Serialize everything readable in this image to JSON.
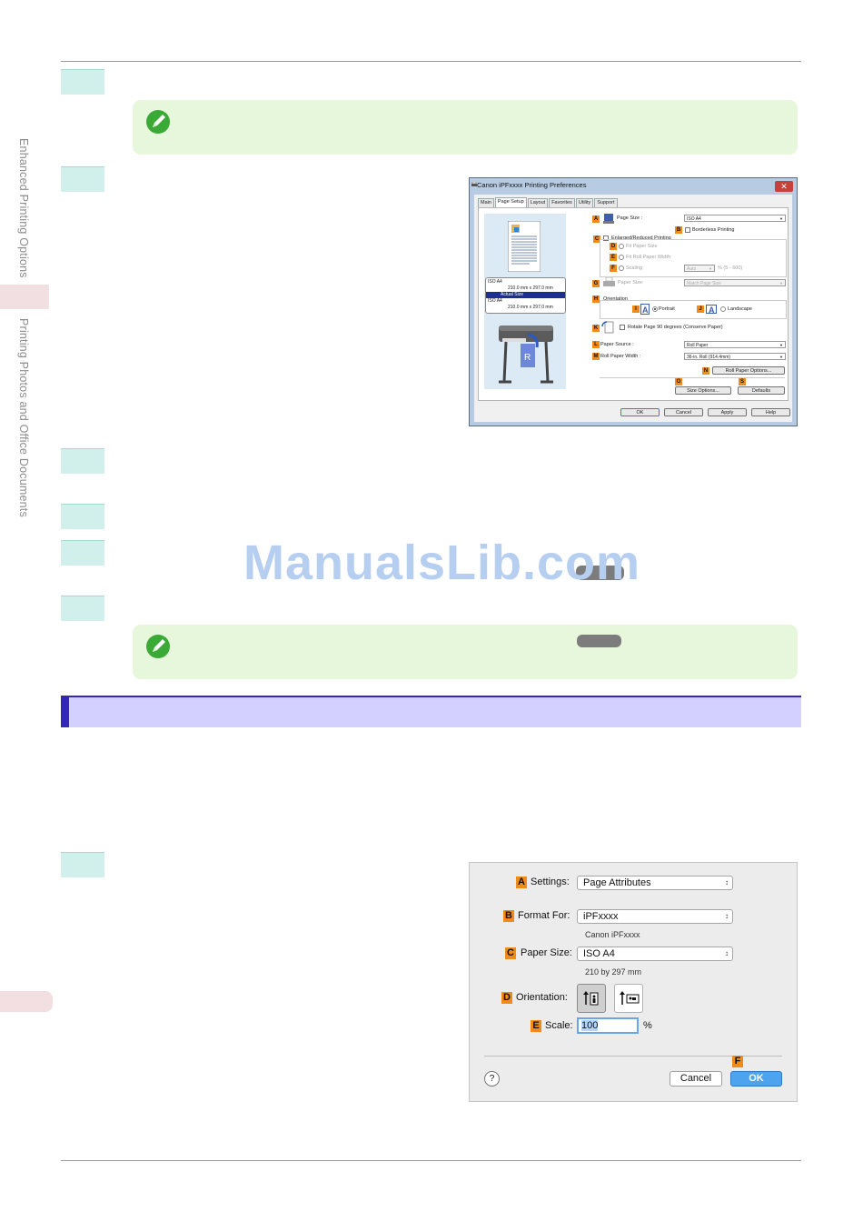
{
  "side_nav": {
    "section_1": "Enhanced Printing Options",
    "section_2": "Printing Photos and Office Documents"
  },
  "watermark": "ManualsLib.com",
  "windows_dialog": {
    "title": "Canon iPFxxxx Printing Preferences",
    "close": "✕",
    "tabs": [
      "Main",
      "Page Setup",
      "Layout",
      "Favorites",
      "Utility",
      "Support"
    ],
    "active_tab": "Page Setup",
    "preview": {
      "line1": "ISO A4",
      "line2": "210.0 mm x 297.0 mm",
      "line3": "Actual Size",
      "line4": "ISO A4",
      "line5": "210.0 mm x 297.0 mm"
    },
    "badges": {
      "a": "A",
      "b": "B",
      "c": "C",
      "d": "D",
      "e": "E",
      "f": "F",
      "g": "G",
      "h": "H",
      "i": "I",
      "j": "J",
      "k": "K",
      "l": "L",
      "m": "M",
      "n": "N",
      "o": "O",
      "s": "S"
    },
    "page_size_label": "Page Size :",
    "page_size_value": "ISO A4",
    "borderless": "Borderless Printing",
    "enlarged": "Enlarged/Reduced Printing",
    "fit_paper": "Fit Paper Size",
    "fit_roll": "Fit Roll Paper Width",
    "scaling": "Scaling",
    "scaling_value": "Auto",
    "scaling_range": "% (5 - 600)",
    "paper_size_label": "Paper Size:",
    "paper_size_value": "Match Page Size",
    "orientation": "Orientation",
    "portrait": "Portrait",
    "landscape": "Landscape",
    "rotate": "Rotate Page 90 degrees (Conserve Paper)",
    "paper_source_label": "Paper Source :",
    "paper_source_value": "Roll Paper",
    "roll_width_label": "Roll Paper Width :",
    "roll_width_value": "36-in. Roll (914.4mm)",
    "roll_options": "Roll Paper Options...",
    "size_options": "Size Options...",
    "defaults": "Defaults",
    "buttons": {
      "ok": "OK",
      "cancel": "Cancel",
      "apply": "Apply",
      "help": "Help"
    }
  },
  "mac_dialog": {
    "badges": {
      "a": "A",
      "b": "B",
      "c": "C",
      "d": "D",
      "e": "E",
      "f": "F"
    },
    "settings_label": "Settings:",
    "settings_value": "Page Attributes",
    "format_label": "Format For:",
    "format_value": "iPFxxxx",
    "format_sub": "Canon iPFxxxx",
    "paper_label": "Paper Size:",
    "paper_value": "ISO A4",
    "paper_sub": "210 by 297 mm",
    "orientation_label": "Orientation:",
    "scale_label": "Scale:",
    "scale_value": "100",
    "scale_unit": "%",
    "help": "?",
    "cancel": "Cancel",
    "ok": "OK"
  }
}
